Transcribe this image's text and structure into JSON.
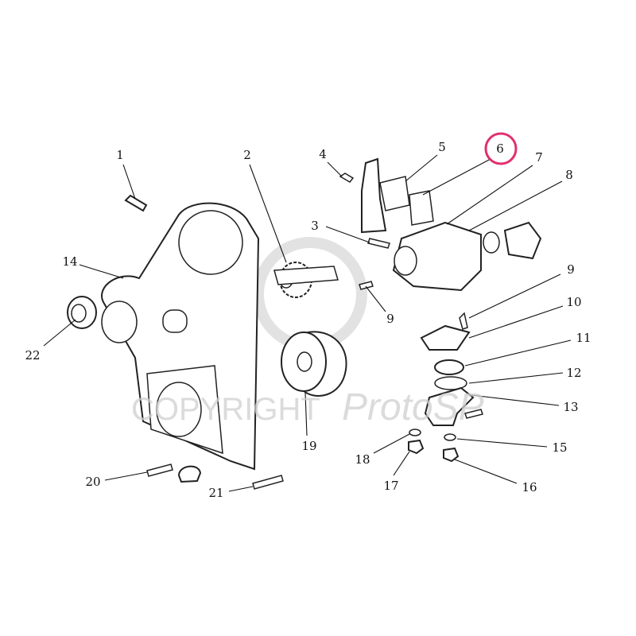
{
  "diagram": {
    "callouts": [
      "1",
      "2",
      "3",
      "4",
      "5",
      "6",
      "7",
      "8",
      "9",
      "9",
      "10",
      "11",
      "12",
      "13",
      "14",
      "15",
      "16",
      "17",
      "18",
      "19",
      "20",
      "21",
      "22"
    ],
    "highlighted_callout": "6",
    "highlight_color": "#e0306f"
  },
  "watermark": {
    "text": "COPYRIGHT ProtoSP"
  }
}
